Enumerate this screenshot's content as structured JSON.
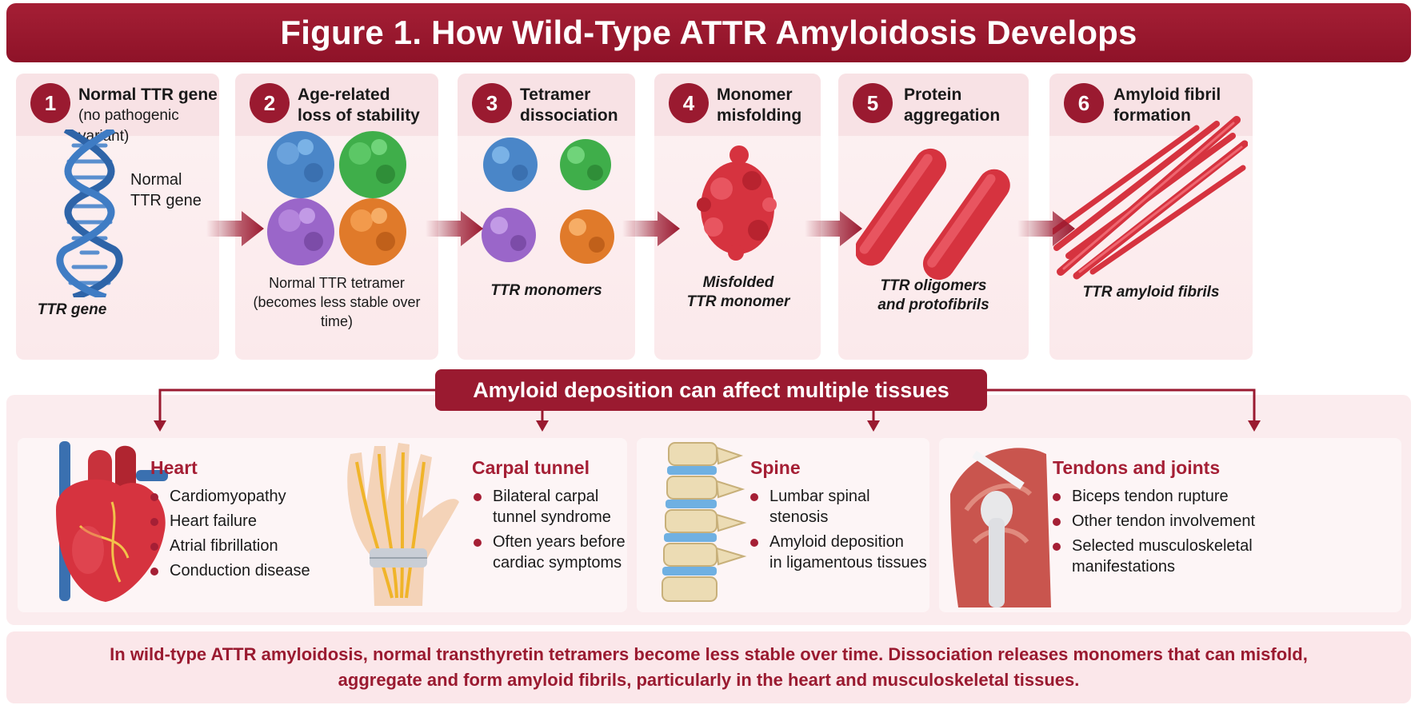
{
  "title": "Figure 1. How Wild-Type ATTR Amyloidosis Develops",
  "steps": [
    {
      "number": "1",
      "title": "Normal TTR gene",
      "subtitle": "(no pathogenic variant)",
      "side_label": "Normal\nTTR gene",
      "caption": "TTR gene"
    },
    {
      "number": "2",
      "title": "Age-related\nloss of stability",
      "caption": "Normal TTR tetramer\n(becomes less stable over time)"
    },
    {
      "number": "3",
      "title": "Tetramer\ndissociation",
      "caption": "TTR monomers"
    },
    {
      "number": "4",
      "title": "Monomer\nmisfolding",
      "caption": "Misfolded\nTTR monomer"
    },
    {
      "number": "5",
      "title": "Protein\naggregation",
      "caption": "TTR oligomers\nand protofibrils"
    },
    {
      "number": "6",
      "title": "Amyloid fibril\nformation",
      "caption": "TTR amyloid fibrils"
    }
  ],
  "banner": "Amyloid deposition can affect multiple tissues",
  "tissues": [
    {
      "title": "Heart",
      "items": [
        "Cardiomyopathy",
        "Heart failure",
        "Atrial fibrillation",
        "Conduction disease"
      ],
      "icon": "heart-icon"
    },
    {
      "title": "Carpal tunnel",
      "items": [
        "Bilateral carpal\ntunnel syndrome",
        "Often years before\ncardiac symptoms"
      ],
      "icon": "wrist-icon"
    },
    {
      "title": "Spine",
      "items": [
        "Lumbar spinal stenosis",
        "Amyloid deposition\nin ligamentous tissues"
      ],
      "icon": "spine-icon"
    },
    {
      "title": "Tendons and joints",
      "items": [
        "Biceps tendon rupture",
        "Other tendon involvement",
        "Selected musculoskeletal\nmanifestations"
      ],
      "icon": "shoulder-icon"
    }
  ],
  "summary": "In wild-type ATTR amyloidosis, normal transthyretin tetramers become less stable over time. Dissociation releases monomers that can misfold, aggregate and form amyloid fibrils, particularly in the heart and musculoskeletal tissues.",
  "colors": {
    "accent": "#9a1a30",
    "panel": "#fbecee",
    "blue": "#4a86c8",
    "green": "#3fae4a",
    "purple": "#9a66c9",
    "orange": "#e07a2a",
    "red": "#d6333f"
  }
}
